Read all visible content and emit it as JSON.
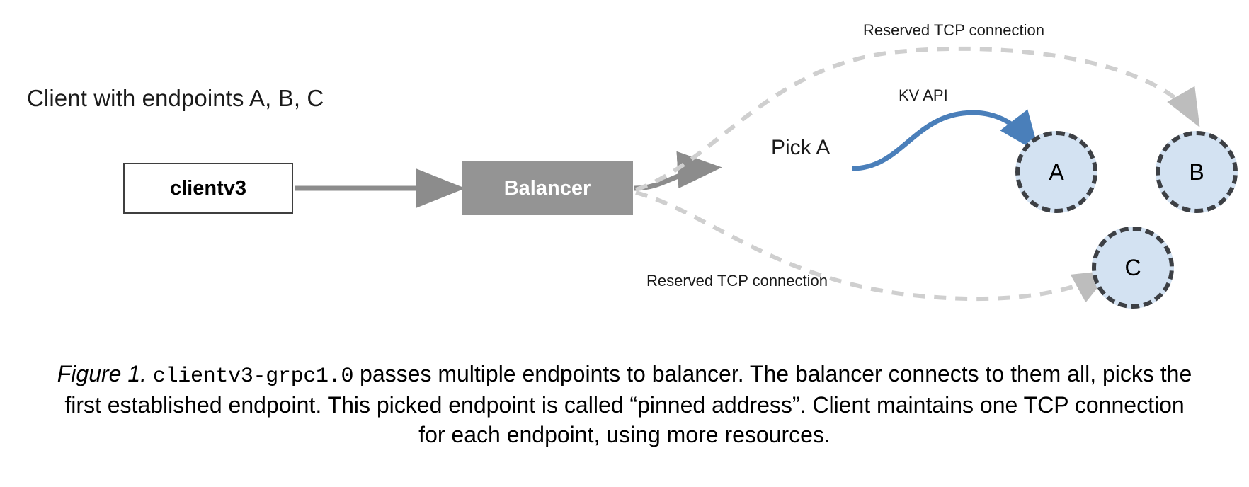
{
  "figure": {
    "client_title": "Client with endpoints A, B, C",
    "client_box_label": "clientv3",
    "balancer_box_label": "Balancer",
    "pick_label": "Pick A",
    "kv_api_label": "KV API",
    "reserved_top_label": "Reserved TCP connection",
    "reserved_bottom_label": "Reserved TCP connection",
    "endpoints": [
      {
        "id": "a",
        "label": "A"
      },
      {
        "id": "b",
        "label": "B"
      },
      {
        "id": "c",
        "label": "C"
      }
    ],
    "colors": {
      "balancer_fill": "#949494",
      "balancer_text": "#ffffff",
      "endpoint_fill": "#d3e2f2",
      "endpoint_stroke": "#3d4045",
      "solid_arrow": "#8c8c8c",
      "dashed_arrow": "#cfcfcf",
      "kv_api_arrow": "#4a7fba",
      "box_stroke": "#3f3f3f",
      "background": "#ffffff"
    }
  },
  "caption": {
    "figure_number": "Figure 1.",
    "mono_term": "clientv3-grpc1.0",
    "rest": " passes multiple endpoints to balancer. The balancer connects to them all, picks the first established endpoint. This picked endpoint is called “pinned address”. Client maintains one TCP connection for each endpoint, using more resources."
  }
}
